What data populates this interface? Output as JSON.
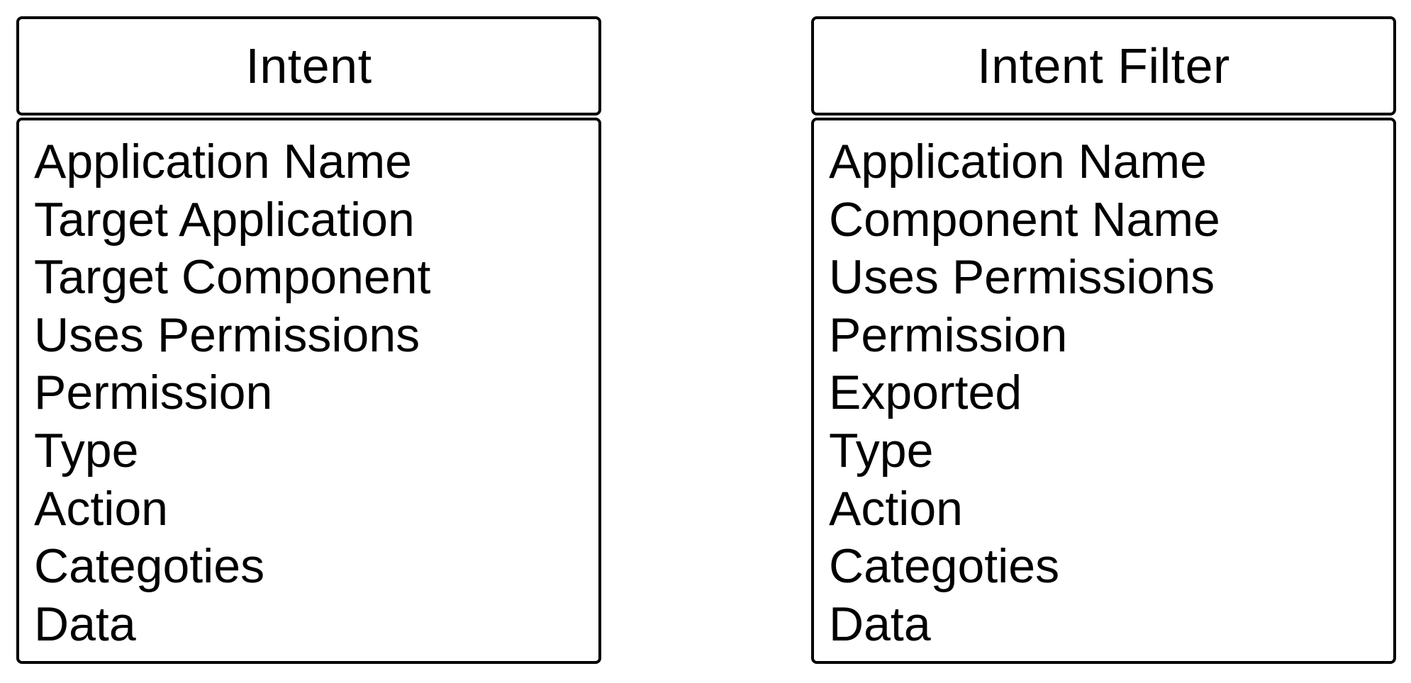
{
  "entities": [
    {
      "title": "Intent",
      "attributes": [
        "Application Name",
        "Target Application",
        "Target Component",
        "Uses Permissions",
        "Permission",
        "Type",
        "Action",
        "Categoties",
        "Data"
      ]
    },
    {
      "title": "Intent Filter",
      "attributes": [
        "Application Name",
        "Component Name",
        "Uses Permissions",
        "Permission",
        "Exported",
        "Type",
        "Action",
        "Categoties",
        "Data"
      ]
    }
  ]
}
